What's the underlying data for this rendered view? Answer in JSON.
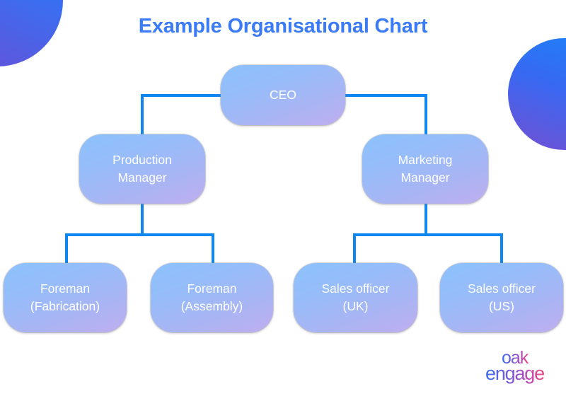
{
  "page": {
    "title": "Example Organisational Chart",
    "title_color": "#3B7BF5",
    "background": "#FFFFFF"
  },
  "theme": {
    "connector_color": "#0E87F0",
    "node_gradient_start": "#8CC2FC",
    "node_gradient_end": "#BFAEEE",
    "node_text_color": "#FFFFFF",
    "decor_circle_gradient_start": "#2979F6",
    "decor_circle_gradient_end": "#6A4FD6",
    "logo_gradient_start": "#3B6FF0",
    "logo_gradient_end": "#F2467F"
  },
  "chart_data": {
    "type": "diagram",
    "diagram_kind": "organisational-chart",
    "title": "Example Organisational Chart",
    "nodes": [
      {
        "id": "ceo",
        "label": "CEO",
        "level": 0,
        "parent": null
      },
      {
        "id": "prod",
        "label": "Production\nManager",
        "level": 1,
        "parent": "ceo"
      },
      {
        "id": "mkt",
        "label": "Marketing\nManager",
        "level": 1,
        "parent": "ceo"
      },
      {
        "id": "fab",
        "label": "Foreman\n(Fabrication)",
        "level": 2,
        "parent": "prod"
      },
      {
        "id": "asm",
        "label": "Foreman\n(Assembly)",
        "level": 2,
        "parent": "prod"
      },
      {
        "id": "suk",
        "label": "Sales officer\n(UK)",
        "level": 2,
        "parent": "mkt"
      },
      {
        "id": "sus",
        "label": "Sales officer\n(US)",
        "level": 2,
        "parent": "mkt"
      }
    ],
    "edges": [
      {
        "from": "ceo",
        "to": "prod"
      },
      {
        "from": "ceo",
        "to": "mkt"
      },
      {
        "from": "prod",
        "to": "fab"
      },
      {
        "from": "prod",
        "to": "asm"
      },
      {
        "from": "mkt",
        "to": "suk"
      },
      {
        "from": "mkt",
        "to": "sus"
      }
    ]
  },
  "logo": {
    "line1": "oak",
    "line2": "engage",
    "alt": "oak engage"
  }
}
